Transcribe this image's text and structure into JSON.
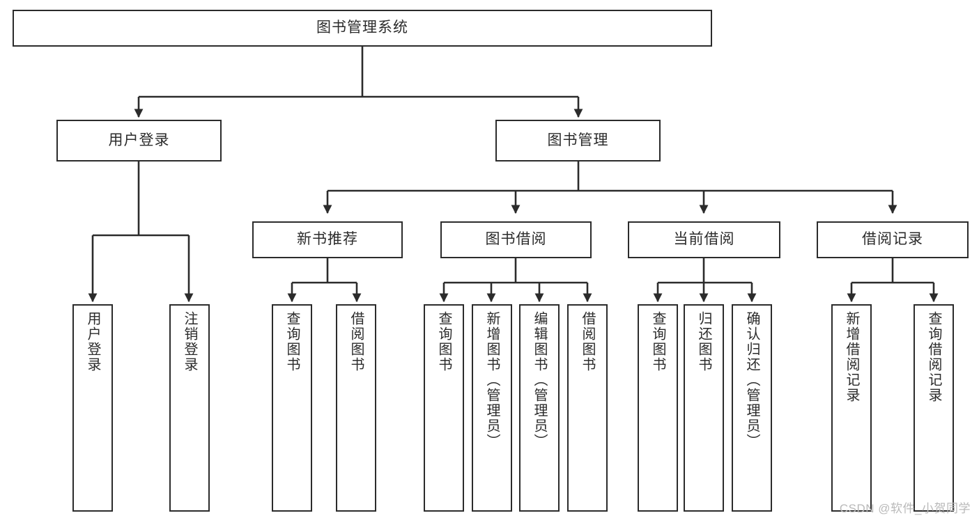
{
  "diagram": {
    "title": "图书管理系统",
    "type": "tree-hierarchy",
    "stroke_color": "#2b2b2b",
    "fill_color": "#ffffff",
    "watermark": "CSDN @软件_小贺同学",
    "root": {
      "label": "图书管理系统"
    },
    "level2": [
      {
        "label": "用户登录"
      },
      {
        "label": "图书管理"
      }
    ],
    "level3": [
      {
        "label": "新书推荐"
      },
      {
        "label": "图书借阅"
      },
      {
        "label": "当前借阅"
      },
      {
        "label": "借阅记录"
      }
    ],
    "leaves": {
      "user_login": [
        {
          "label": "用户登录"
        },
        {
          "label": "注销登录"
        }
      ],
      "new_book_recommend": [
        {
          "label": "查询图书"
        },
        {
          "label": "借阅图书"
        }
      ],
      "book_borrow": [
        {
          "label": "查询图书"
        },
        {
          "label": "新增图书（管理员）"
        },
        {
          "label": "编辑图书（管理员）"
        },
        {
          "label": "借阅图书"
        }
      ],
      "current_borrow": [
        {
          "label": "查询图书"
        },
        {
          "label": "归还图书"
        },
        {
          "label": "确认归还（管理员）"
        }
      ],
      "borrow_record": [
        {
          "label": "新增借阅记录"
        },
        {
          "label": "查询借阅记录"
        }
      ]
    }
  }
}
